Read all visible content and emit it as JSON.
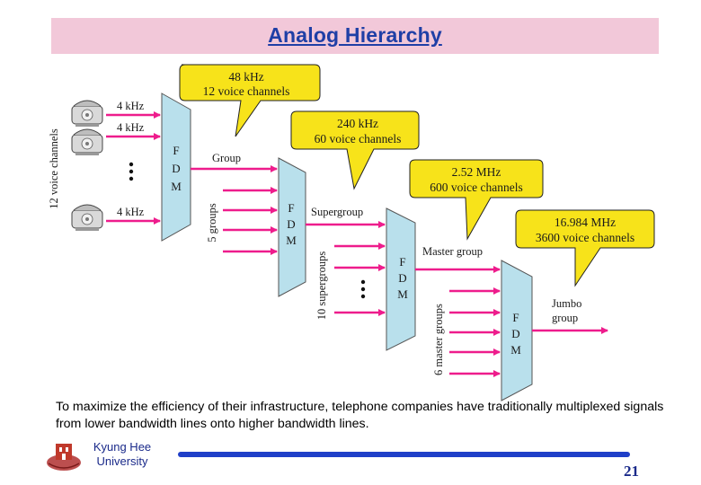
{
  "title": "Analog Hierarchy",
  "callouts": {
    "c1": {
      "line1": "48 kHz",
      "line2": "12 voice channels"
    },
    "c2": {
      "line1": "240 kHz",
      "line2": "60 voice channels"
    },
    "c3": {
      "line1": "2.52 MHz",
      "line2": "600 voice channels"
    },
    "c4": {
      "line1": "16.984 MHz",
      "line2": "3600 voice channels"
    }
  },
  "phones": {
    "labels": [
      "4 kHz",
      "4 kHz",
      "4 kHz"
    ]
  },
  "stage_labels": {
    "voice_channels": "12 voice channels",
    "groups": "5 groups",
    "supergroups": "10 supergroups",
    "master_groups": "6 master groups"
  },
  "outputs": {
    "group": "Group",
    "supergroup": "Supergroup",
    "master_group": "Master group",
    "jumbo_line1": "Jumbo",
    "jumbo_line2": "group"
  },
  "mux_label": [
    "F",
    "D",
    "M"
  ],
  "colors": {
    "callout_fill": "#f7e31a",
    "mux_fill": "#b9e0ec",
    "arrow": "#ee1c8c",
    "title_band": "#f2c8d9",
    "title_text": "#1f3fa6"
  },
  "caption": "To maximize the efficiency of their infrastructure, telephone companies have traditionally multiplexed signals from lower bandwidth lines onto higher bandwidth lines.",
  "footer": {
    "university_line1": "Kyung Hee",
    "university_line2": "University",
    "page_number": "21"
  }
}
